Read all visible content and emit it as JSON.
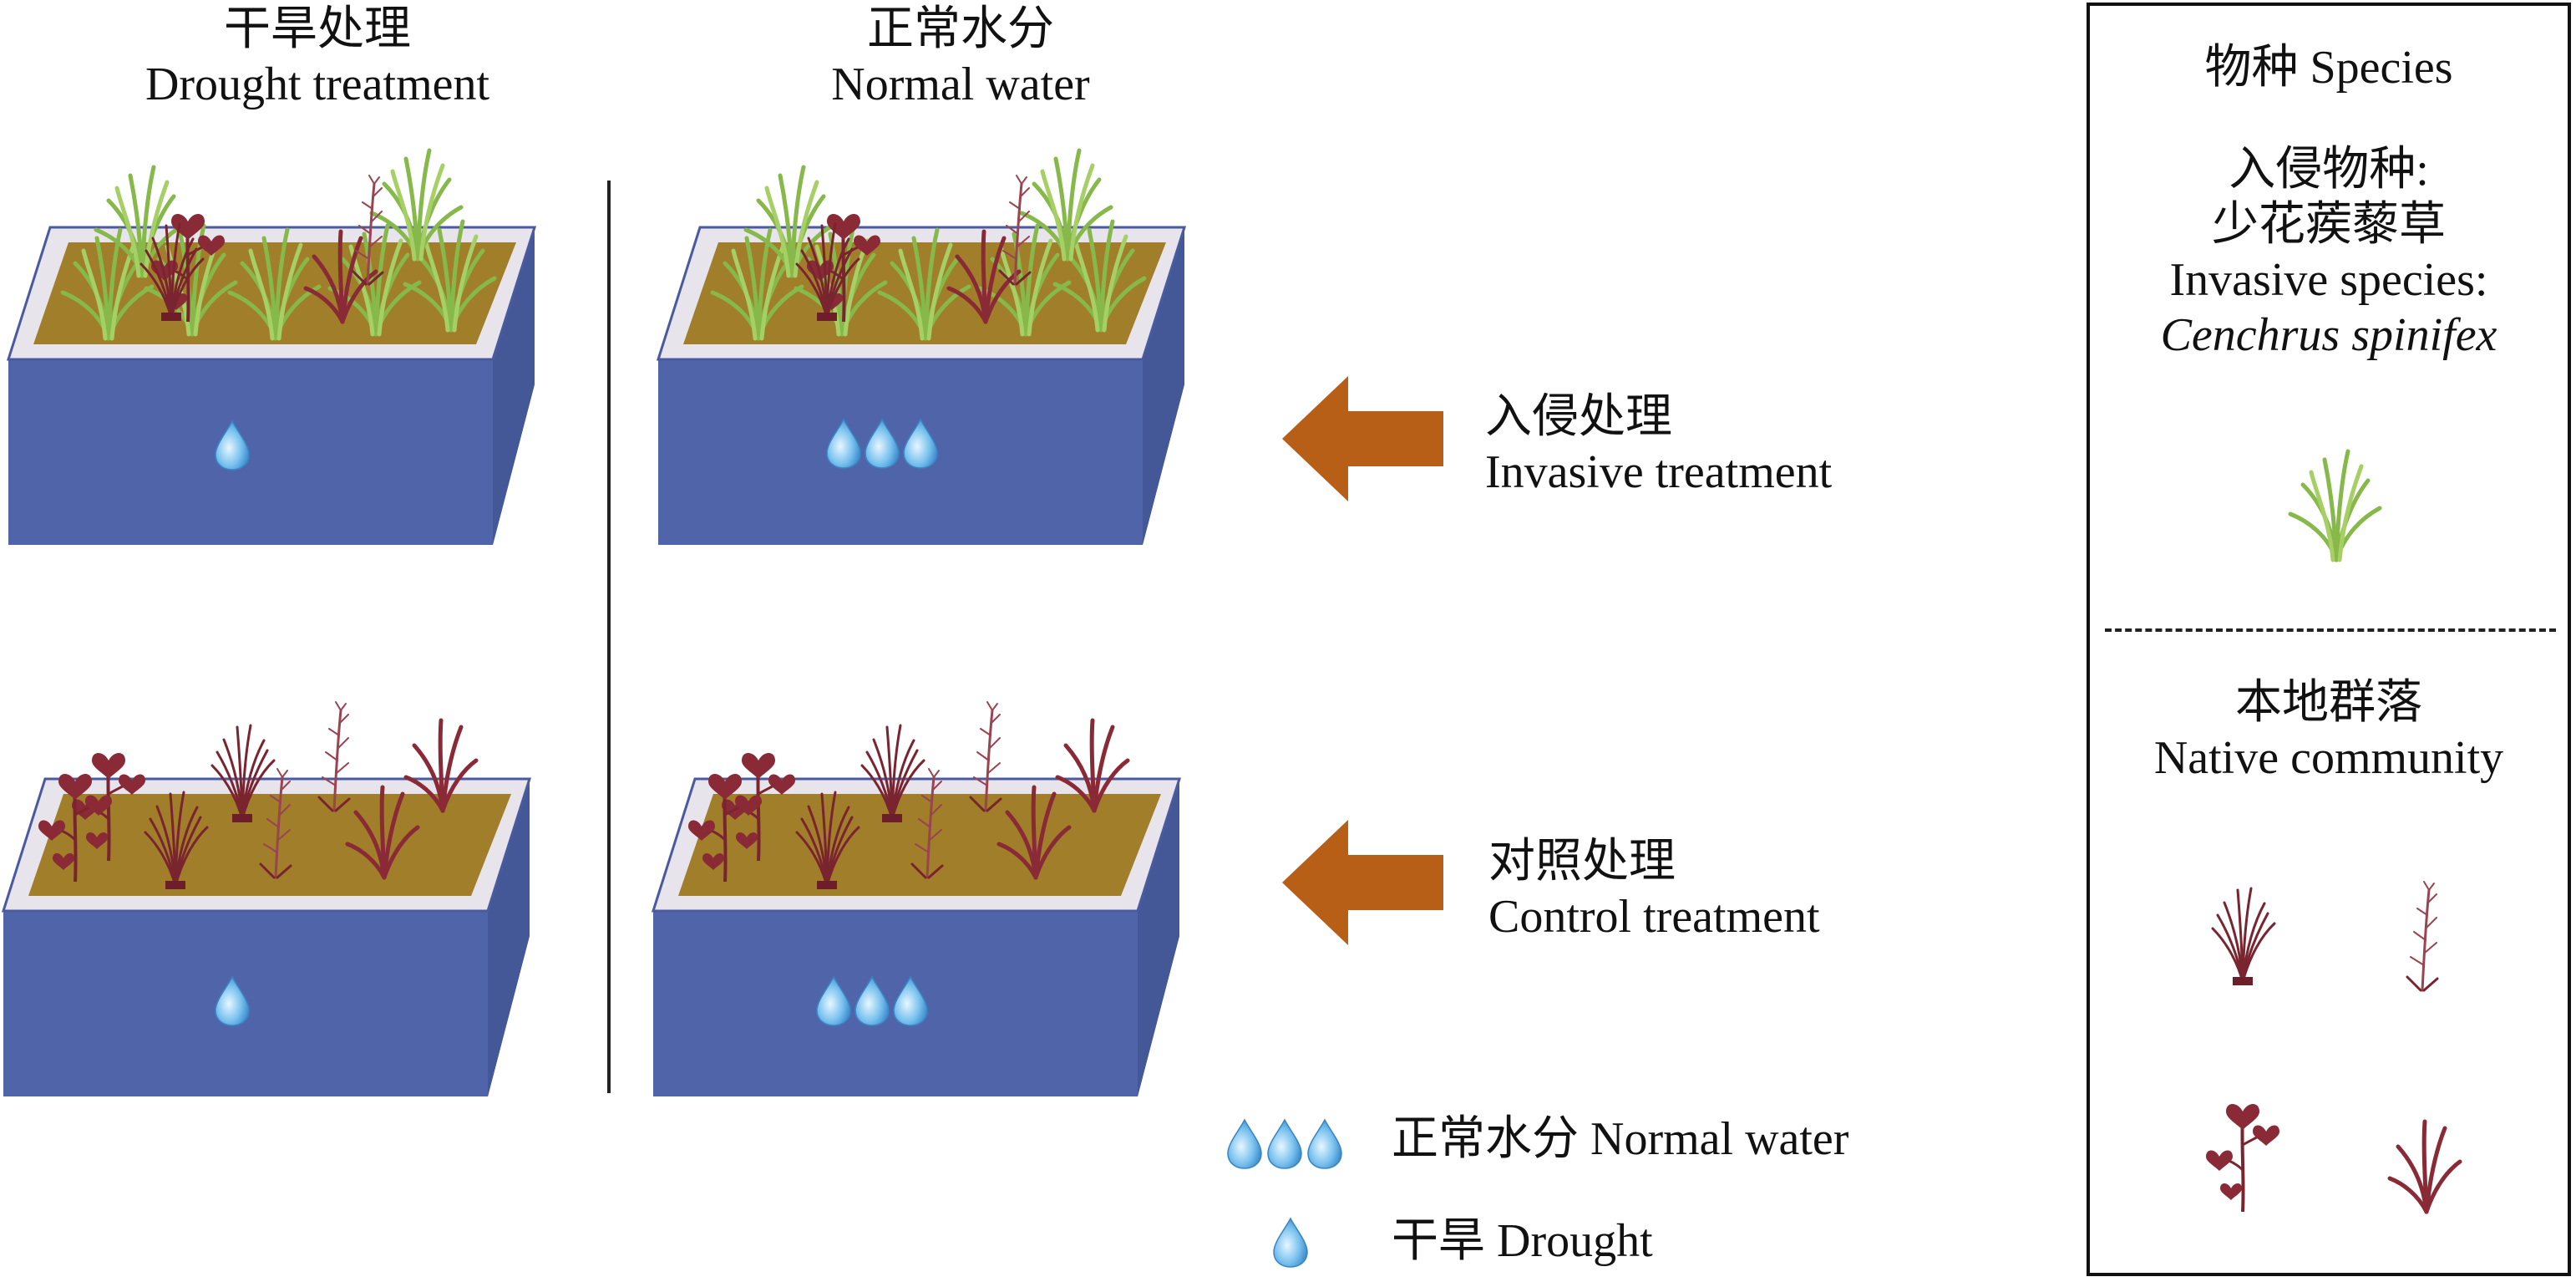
{
  "columns": {
    "drought": {
      "zh": "干旱处理",
      "en": "Drought treatment"
    },
    "normal": {
      "zh": "正常水分",
      "en": "Normal water"
    }
  },
  "treatments": {
    "invasive": {
      "zh": "入侵处理",
      "en": "Invasive treatment"
    },
    "control": {
      "zh": "对照处理",
      "en": "Control treatment"
    }
  },
  "legend": {
    "normal_water": "正常水分 Normal water",
    "drought": "干旱 Drought"
  },
  "species_panel": {
    "title": "物种 Species",
    "invasive_zh_1": "入侵物种:",
    "invasive_zh_2": "少花蒺藜草",
    "invasive_en": "Invasive species:",
    "invasive_latin": "Cenchrus spinifex",
    "native_zh": "本地群落",
    "native_en": "Native community"
  },
  "colors": {
    "box_side": "#5064aa",
    "box_top_rim": "#e8e4ec",
    "soil": "#a07e2a",
    "invasive_grass": "#8bbb4a",
    "native_plant": "#8a2a36",
    "arrow": "#b85f17",
    "water_drop": "#5aa8dc"
  },
  "icons": [
    "water-drop-icon",
    "grass-icon",
    "arrow-left-icon",
    "native-plant-icon"
  ]
}
